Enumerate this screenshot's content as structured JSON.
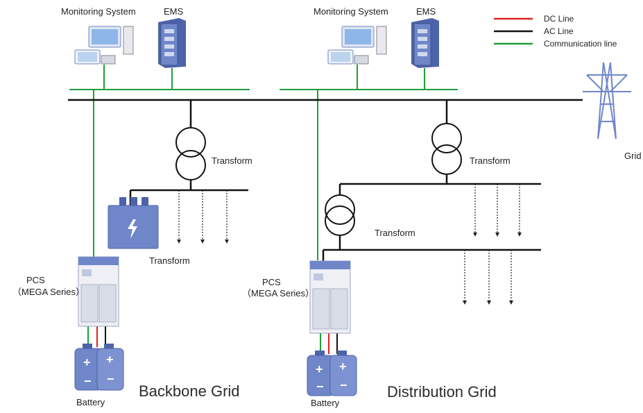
{
  "legend": {
    "dc": {
      "label": "DC Line",
      "color": "#e02020"
    },
    "ac": {
      "label": "AC Line",
      "color": "#111111"
    },
    "comm": {
      "label": "Communication line",
      "color": "#1f9e3a"
    }
  },
  "left": {
    "monitoring": "Monitoring System",
    "ems": "EMS",
    "transform_top": "Transform",
    "transform_box": "Transform",
    "pcs_line1": "PCS",
    "pcs_line2": "（MEGA Series）",
    "battery": "Battery",
    "section": "Backbone Grid"
  },
  "right": {
    "monitoring": "Monitoring System",
    "ems": "EMS",
    "transform_top": "Transform",
    "transform_mid": "Transform",
    "pcs_line1": "PCS",
    "pcs_line2": "（MEGA Series）",
    "battery": "Battery",
    "section": "Distribution Grid"
  },
  "grid": "Grid",
  "colors": {
    "device_blue": "#6f86c9",
    "device_dark": "#4c63a8",
    "cabinet": "#eef0f6"
  }
}
